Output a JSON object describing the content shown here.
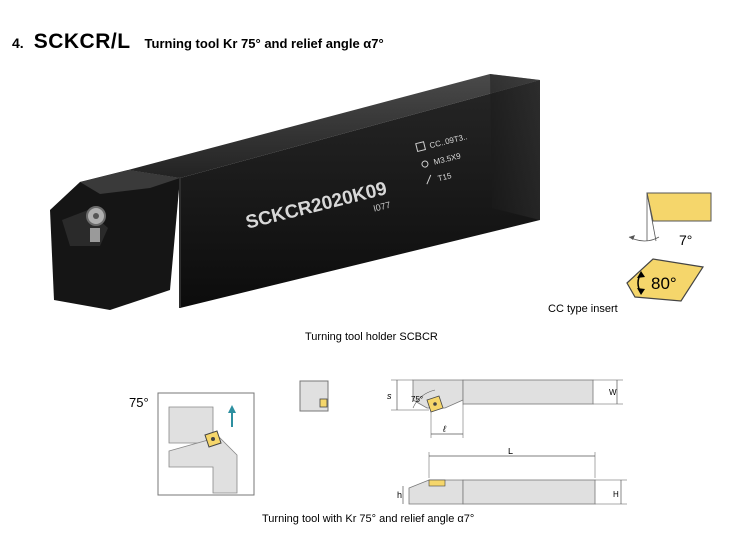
{
  "heading": {
    "number": "4.",
    "code": "SCKCR/L",
    "subtitle": "Turning tool Kr 75° and relief angle α7°"
  },
  "tool_engraving": {
    "model": "SCKCR2020K09",
    "code": "I077",
    "insert": "CC..09T3..",
    "screw": "M3.5X9",
    "key": "T15"
  },
  "insert_diagram": {
    "relief_angle": "7°",
    "nose_angle": "80°",
    "caption": "CC type insert"
  },
  "holder_caption": "Turning tool holder SCBCR",
  "drawing_labels": {
    "approach_angle": "75°",
    "side_angle": "75°",
    "s": "s",
    "w": "W",
    "l": "ℓ",
    "L": "L",
    "h": "h",
    "H": "H"
  },
  "bottom_caption": "Turning tool with Kr 75° and relief angle α7°",
  "colors": {
    "insert_yellow": "#f5d66b",
    "tool_black": "#141414",
    "drawing_gray": "#e0e0e0",
    "arrow_teal": "#2d8fa0"
  }
}
